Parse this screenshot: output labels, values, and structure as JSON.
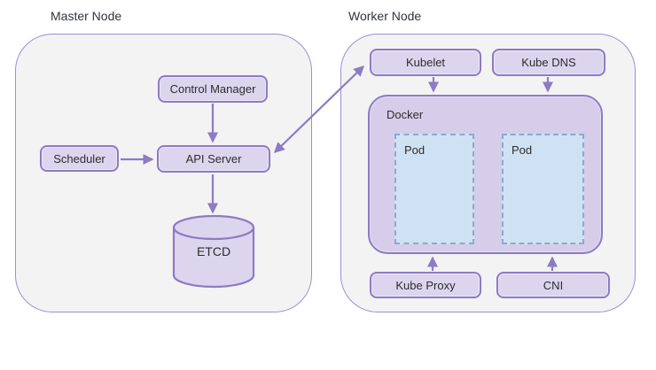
{
  "diagram": {
    "title_implied": "Kubernetes Architecture",
    "colors": {
      "accent_purple": "#8d7bc4",
      "box_fill": "#dcd5ee",
      "docker_fill": "#d6cdea",
      "pod_fill": "#cfe2f3",
      "pod_border": "#8fa9cd",
      "group_fill": "#f3f3f3",
      "group_border": "#9c8fce",
      "text": "#2d2d2d"
    },
    "master_node": {
      "title": "Master Node",
      "control_manager": "Control Manager",
      "scheduler": "Scheduler",
      "api_server": "API Server",
      "etcd": "ETCD"
    },
    "worker_node": {
      "title": "Worker Node",
      "kubelet": "Kubelet",
      "kube_dns": "Kube DNS",
      "docker": "Docker",
      "pod_left": "Pod",
      "pod_right": "Pod",
      "kube_proxy": "Kube Proxy",
      "cni": "CNI"
    },
    "edges": [
      {
        "from": "Control Manager",
        "to": "API Server",
        "type": "arrow"
      },
      {
        "from": "Scheduler",
        "to": "API Server",
        "type": "arrow"
      },
      {
        "from": "API Server",
        "to": "ETCD",
        "type": "arrow"
      },
      {
        "from": "API Server",
        "to": "Kubelet",
        "type": "bidirectional-arrow"
      },
      {
        "from": "Kubelet",
        "to": "Docker",
        "type": "arrow"
      },
      {
        "from": "Kube DNS",
        "to": "Docker",
        "type": "arrow"
      },
      {
        "from": "Kube Proxy",
        "to": "Docker",
        "type": "arrow"
      },
      {
        "from": "CNI",
        "to": "Docker",
        "type": "arrow"
      }
    ]
  }
}
